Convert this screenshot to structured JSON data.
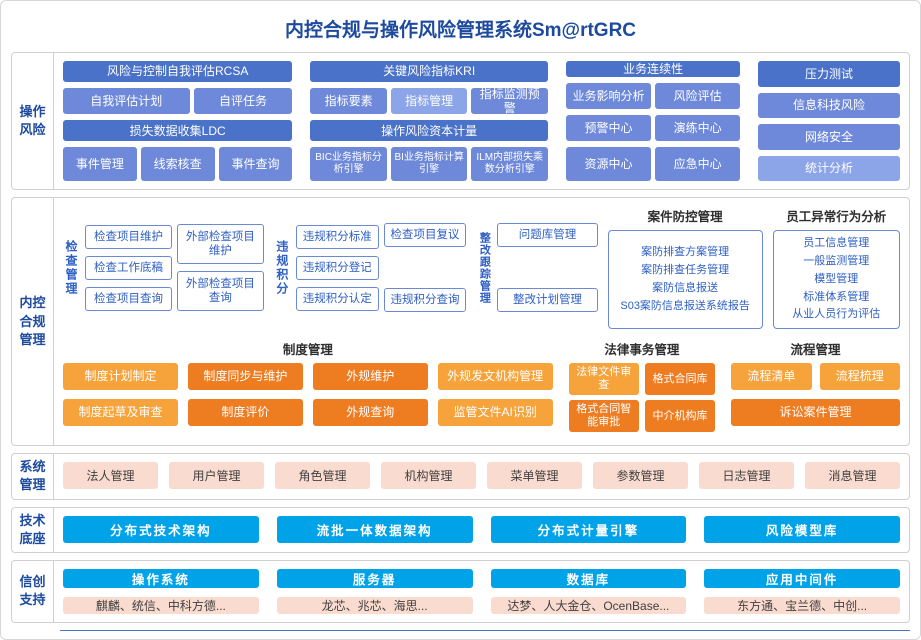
{
  "title": "内控合规与操作风险管理系统Sm@rtGRC",
  "colors": {
    "title_text": "#1d4a9e",
    "blue_header": "#4a72c8",
    "blue_item": "#6e89da",
    "blue_light": "#8ca4e8",
    "orange_light": "#f6a33c",
    "orange_dark": "#ee7d22",
    "pink": "#fadbd0",
    "cyan": "#00a2e8",
    "white_box_border": "#6b8ad6",
    "white_box_text": "#2e5fc4"
  },
  "sections": {
    "op_risk": {
      "label": "操作\n风险",
      "g1": {
        "h1": "风险与控制自我评估RCSA",
        "r1": [
          "自我评估计划",
          "自评任务"
        ],
        "h2": "损失数据收集LDC",
        "r2": [
          "事件管理",
          "线索核查",
          "事件查询"
        ]
      },
      "g2": {
        "h1": "关键风险指标KRI",
        "r1": [
          "指标要素",
          "指标管理",
          "指标监测预警"
        ],
        "h2": "操作风险资本计量",
        "r2": [
          "BIC业务指标分析引擎",
          "BI业务指标计算引擎",
          "ILM内部损失乘数分析引擎"
        ]
      },
      "g3": {
        "h1": "业务连续性",
        "r1": [
          "业务影响分析",
          "风险评估"
        ],
        "r2": [
          "预警中心",
          "演练中心"
        ],
        "r3": [
          "资源中心",
          "应急中心"
        ]
      },
      "g4": {
        "items": [
          "压力测试",
          "信息科技风险",
          "网络安全",
          "统计分析"
        ]
      }
    },
    "ic": {
      "label": "内控\n合规\n管理",
      "check": {
        "vlabel": "检查管理",
        "col1": [
          "检查项目维护",
          "检查工作底稿",
          "检查项目查询"
        ],
        "col2": [
          "外部检查项目维护",
          "外部检查项目查询"
        ]
      },
      "violation": {
        "vlabel": "违规积分",
        "col1": [
          "违规积分标准",
          "违规积分登记",
          "违规积分认定"
        ],
        "col2": [
          "检查项目复议",
          "违规积分查询"
        ]
      },
      "rectify": {
        "vlabel": "整改跟踪管理",
        "col1": [
          "问题库管理",
          "整改计划管理"
        ]
      },
      "case_control": {
        "header": "案件防控管理",
        "lines": [
          "案防排查方案管理",
          "案防排查任务管理",
          "案防信息报送",
          "S03案防信息报送系统报告"
        ]
      },
      "behavior": {
        "header": "员工异常行为分析",
        "lines": [
          "员工信息管理",
          "一般监测管理",
          "模型管理",
          "标准体系管理",
          "从业人员行为评估"
        ]
      },
      "policy": {
        "header": "制度管理",
        "row1": [
          "制度计划制定",
          "制度同步与维护",
          "外规维护",
          "外规发文机构管理"
        ],
        "row2": [
          "制度起草及审查",
          "制度评价",
          "外规查询",
          "监管文件AI识别"
        ]
      },
      "legal": {
        "header": "法律事务管理",
        "row1": [
          "法律文件审查",
          "格式合同库"
        ],
        "row2": [
          "格式合同智能审批",
          "中介机构库"
        ]
      },
      "process": {
        "header": "流程管理",
        "row1": [
          "流程清单",
          "流程梳理"
        ],
        "row2": [
          "诉讼案件管理"
        ]
      }
    },
    "system": {
      "label": "系统\n管理",
      "items": [
        "法人管理",
        "用户管理",
        "角色管理",
        "机构管理",
        "菜单管理",
        "参数管理",
        "日志管理",
        "消息管理"
      ]
    },
    "tech": {
      "label": "技术\n底座",
      "items": [
        "分布式技术架构",
        "流批一体数据架构",
        "分布式计量引擎",
        "风险模型库"
      ]
    },
    "xinchuang": {
      "label": "信创\n支持",
      "columns": [
        {
          "header": "操作系统",
          "vendors": "麒麟、统信、中科方德..."
        },
        {
          "header": "服务器",
          "vendors": "龙芯、兆芯、海思..."
        },
        {
          "header": "数据库",
          "vendors": "达梦、人大金仓、OcenBase..."
        },
        {
          "header": "应用中间件",
          "vendors": "东方通、宝兰德、中创..."
        }
      ]
    }
  }
}
